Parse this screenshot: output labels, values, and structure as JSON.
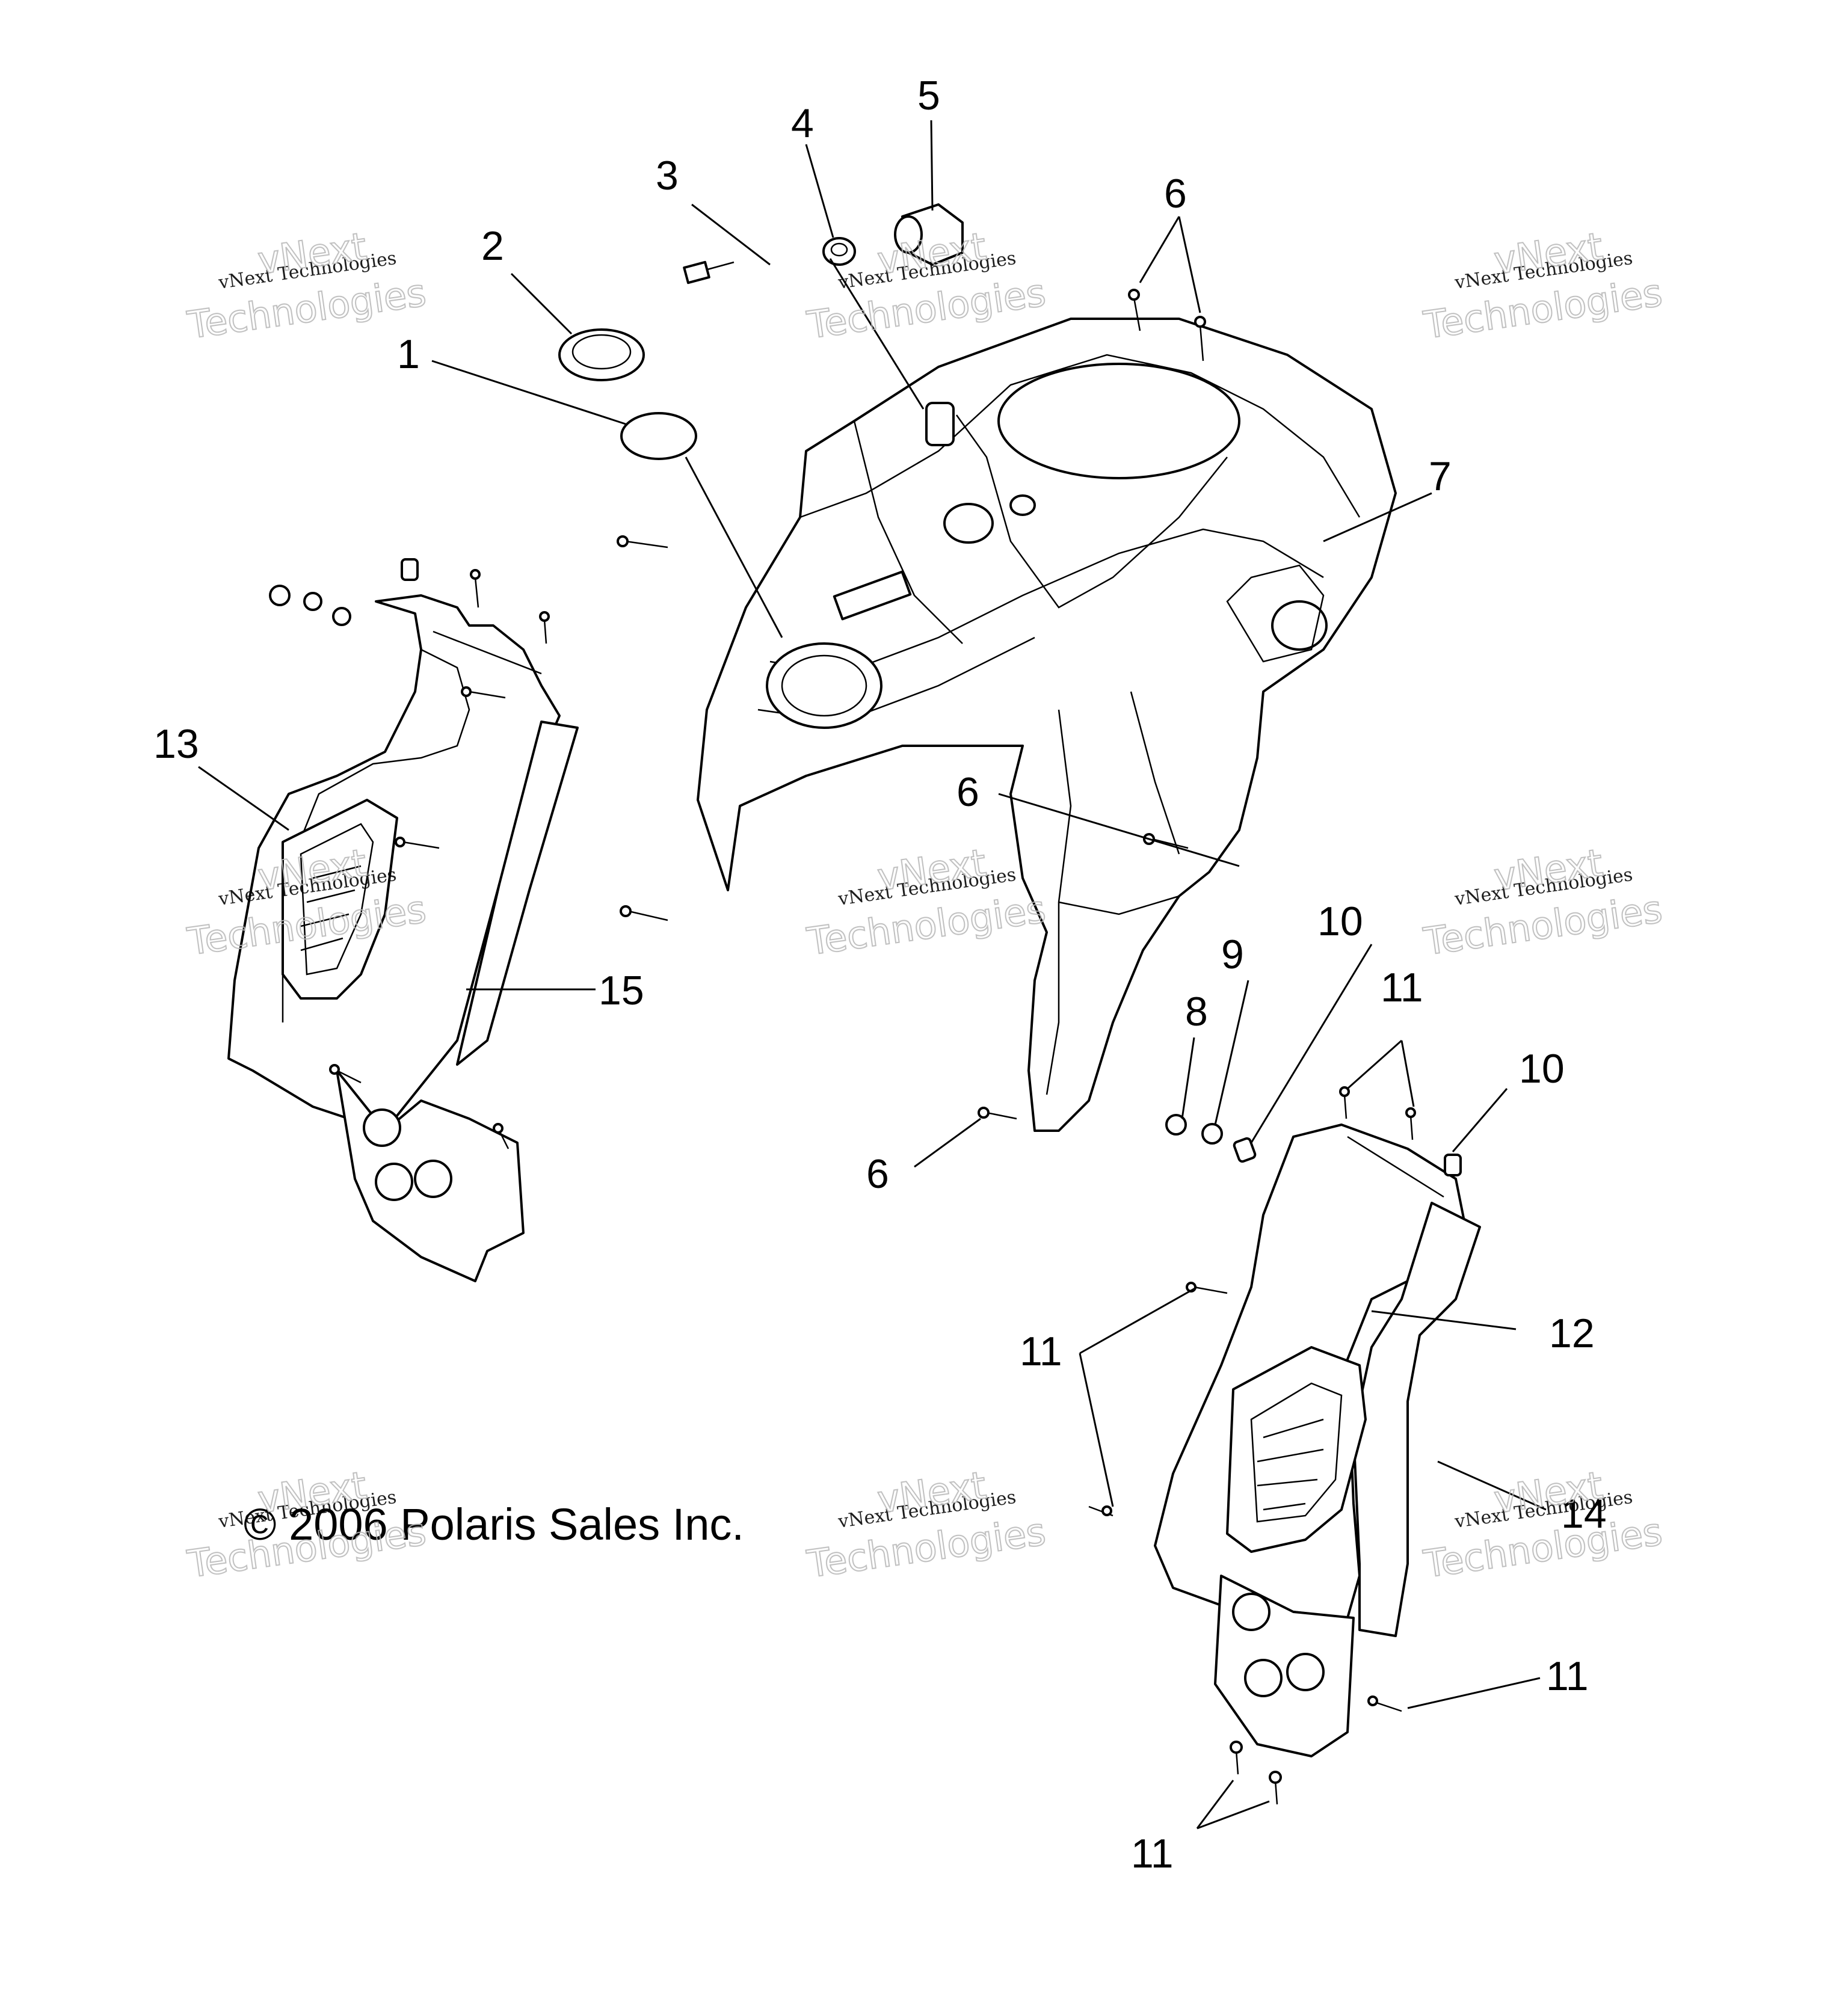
{
  "callouts": [
    {
      "label": "1"
    },
    {
      "label": "2"
    },
    {
      "label": "3"
    },
    {
      "label": "4"
    },
    {
      "label": "5"
    },
    {
      "label": "6"
    },
    {
      "label": "6"
    },
    {
      "label": "6"
    },
    {
      "label": "7"
    },
    {
      "label": "8"
    },
    {
      "label": "9"
    },
    {
      "label": "10"
    },
    {
      "label": "10"
    },
    {
      "label": "11"
    },
    {
      "label": "11"
    },
    {
      "label": "11"
    },
    {
      "label": "11"
    },
    {
      "label": "12"
    },
    {
      "label": "13"
    },
    {
      "label": "14"
    },
    {
      "label": "15"
    }
  ],
  "copyright": "© 2006 Polaris Sales Inc.",
  "watermark": {
    "line1": "vNext Technologies",
    "line2": "vNext",
    "line3": "Technologies"
  }
}
